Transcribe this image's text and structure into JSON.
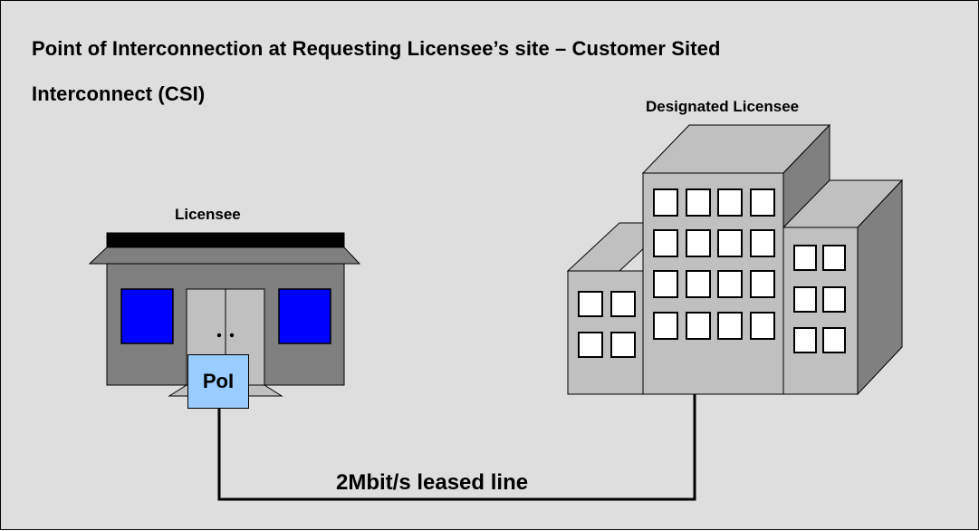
{
  "title": {
    "line1": "Point of Interconnection at Requesting Licensee’s site – Customer Sited",
    "line2": "Interconnect (CSI)"
  },
  "licensee": {
    "label": "Licensee"
  },
  "designated_licensee": {
    "label": "Designated Licensee"
  },
  "poi": {
    "label": "PoI"
  },
  "leased_line": {
    "label": "2Mbit/s leased line"
  },
  "colors": {
    "background": "#dedede",
    "building_gray": "#c0c0c0",
    "licensee_wall": "#808080",
    "window_blue": "#0000ff",
    "poi_fill": "#99ccff",
    "roof_black": "#000000"
  }
}
